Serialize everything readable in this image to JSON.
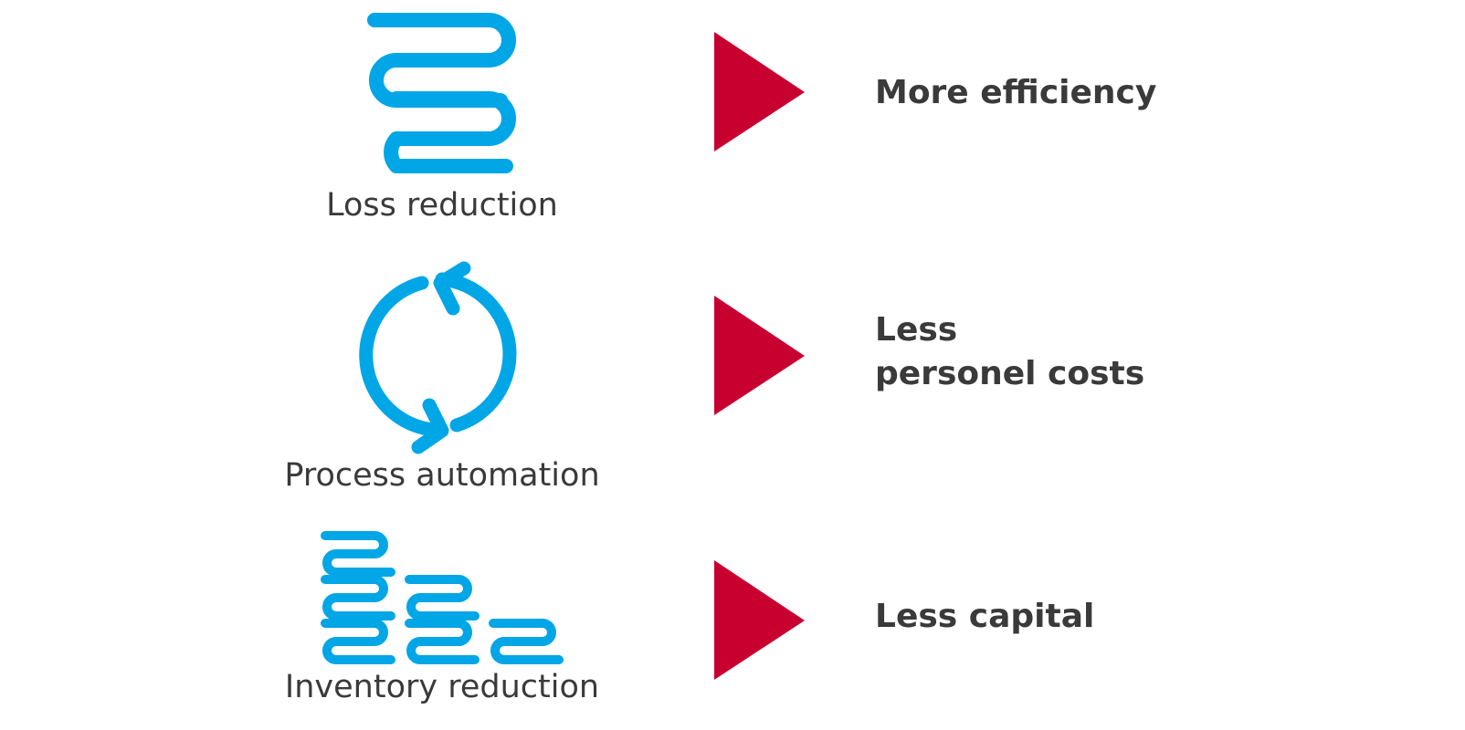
{
  "colors": {
    "icon_blue": "#00a6e6",
    "arrow_red": "#c8002f",
    "text": "#3a3a3a"
  },
  "rows": [
    {
      "icon": "stacked-coils-icon",
      "label": "Loss reduction",
      "arrow": "triangle-right-icon",
      "benefit_lines": [
        "More efficiency"
      ]
    },
    {
      "icon": "cycle-arrows-icon",
      "label": "Process automation",
      "arrow": "triangle-right-icon",
      "benefit_lines": [
        "Less",
        "personel costs"
      ]
    },
    {
      "icon": "coil-stacks-decreasing-icon",
      "label": "Inventory reduction",
      "arrow": "triangle-right-icon",
      "benefit_lines": [
        "Less capital"
      ]
    }
  ]
}
